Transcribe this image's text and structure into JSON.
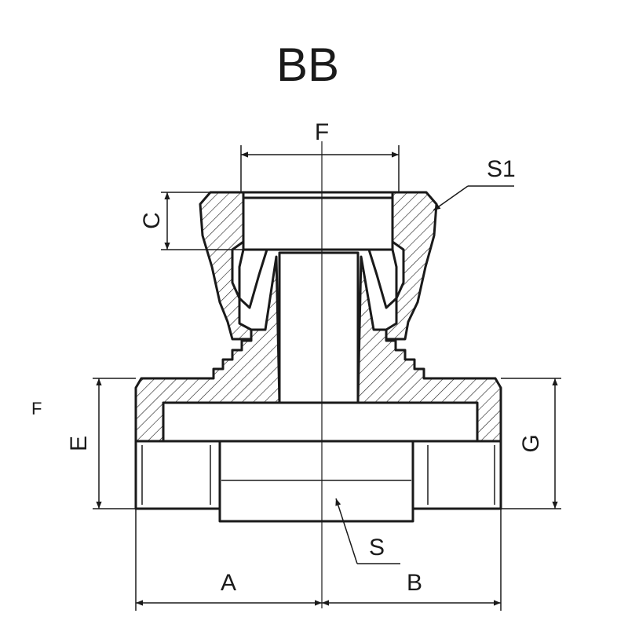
{
  "title": "BB",
  "labels": {
    "F": "F",
    "S1": "S1",
    "C": "C",
    "E": "E",
    "G": "G",
    "S": "S",
    "A": "A",
    "B": "B",
    "stray_mark": "F"
  },
  "colors": {
    "line": "#1a1a1a",
    "background": "#ffffff"
  }
}
